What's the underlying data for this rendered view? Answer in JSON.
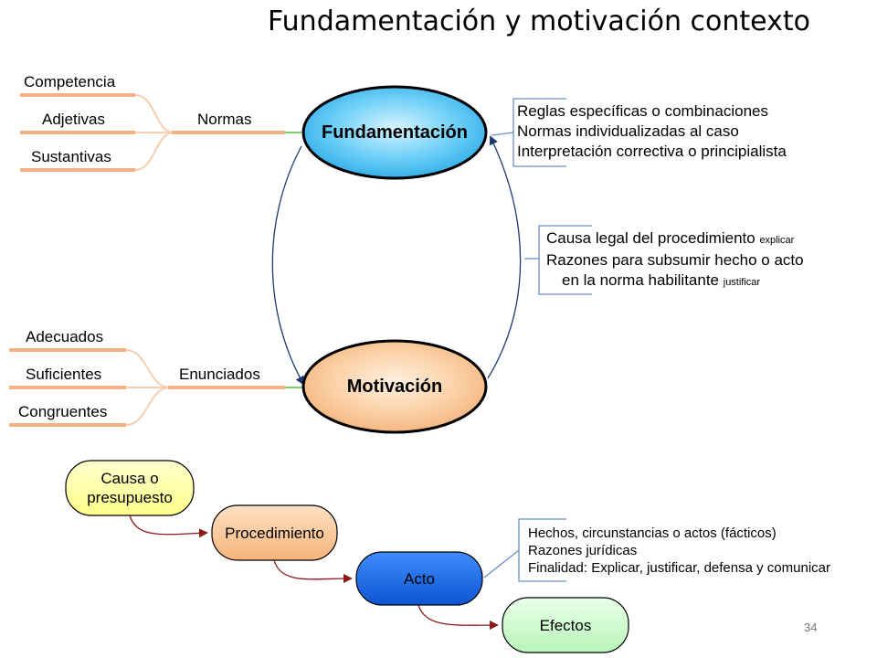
{
  "title": "Fundamentación y motivación contexto",
  "page_number": "34",
  "fundamentacion": {
    "label": "Fundamentación",
    "branch": "Normas",
    "leaves": [
      "Competencia",
      "Adjetivas",
      "Sustantivas"
    ],
    "notes": [
      "Reglas específicas o combinaciones",
      "Normas individualizadas al caso",
      "Interpretación correctiva o principialista"
    ]
  },
  "motivacion": {
    "label": "Motivación",
    "branch": "Enunciados",
    "leaves": [
      "Adecuados",
      "Suficientes",
      "Congruentes"
    ]
  },
  "link_notes": {
    "line1": "Causa legal del procedimiento",
    "line1_small": "explicar",
    "line2": "Razones para subsumir hecho o acto",
    "line3": "en la norma habilitante",
    "line3_small": "justificar"
  },
  "flow": {
    "causa": "Causa o presupuesto",
    "procedimiento": "Procedimiento",
    "acto": "Acto",
    "efectos": "Efectos",
    "acto_notes": [
      "Hechos, circunstancias o actos (fácticos)",
      "Razones jurídicas",
      "Finalidad: Explicar, justificar, defensa y comunicar"
    ]
  },
  "colors": {
    "orange_branch": "#f4b183",
    "fundamentacion_fill": "#4fc3f7",
    "motivacion_fill": "#f8c89a",
    "causa_fill": "#ffff99",
    "procedimiento_fill": "#fac090",
    "acto_fill": "#1f6fe0",
    "efectos_fill": "#ccffcc",
    "flow_arrow": "#8b1a1a"
  }
}
